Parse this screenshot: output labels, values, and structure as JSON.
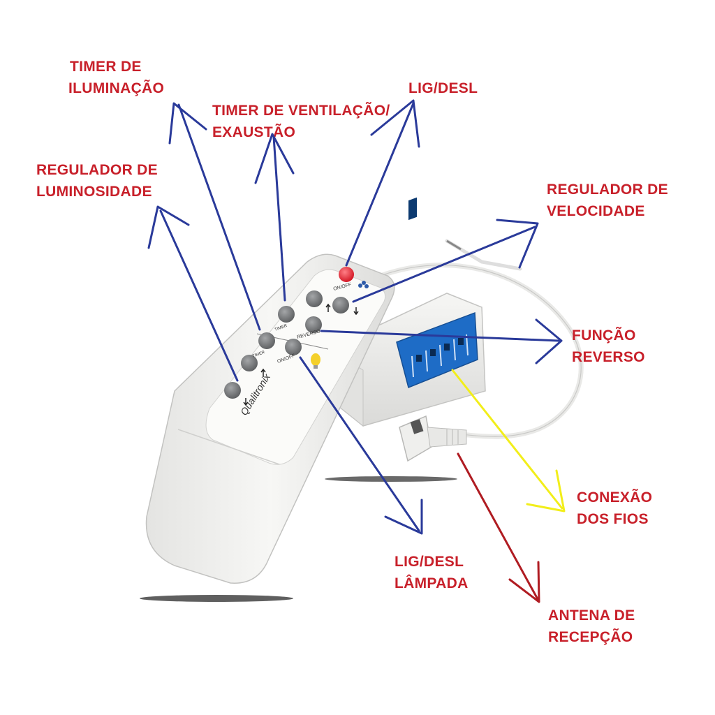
{
  "colors": {
    "label_red": "#c8202a",
    "arrow_blue": "#2a3a9a",
    "arrow_yellow": "#f2ee1a",
    "arrow_red": "#b01c22",
    "device_white": "#f1f1ef",
    "button_gray": "#7a7c7e",
    "power_button_red": "#e8202e",
    "terminal_blue": "#1e6cc6"
  },
  "device": {
    "brand": "Qualitronix",
    "keys": {
      "on_off": "ON/OFF",
      "reverso": "REVERSO",
      "on_off_lamp": "ON/OFF",
      "timer_vent": "TIMER",
      "timer_light": "TIMER"
    }
  },
  "labels": {
    "timer_iluminacao": [
      "TIMER DE",
      "ILUMINAÇÃO"
    ],
    "timer_ventilacao": [
      "TIMER DE VENTILAÇÃO/",
      "EXAUSTÃO"
    ],
    "lig_desl": [
      "LIG/DESL"
    ],
    "regulador_luminosidade": [
      "REGULADOR DE",
      "LUMINOSIDADE"
    ],
    "regulador_velocidade": [
      "REGULADOR DE",
      "VELOCIDADE"
    ],
    "funcao_reverso": [
      "FUNÇÃO",
      "REVERSO"
    ],
    "conexao_fios": [
      "CONEXÃO",
      "DOS FIOS"
    ],
    "lig_desl_lampada": [
      "LIG/DESL",
      "LÂMPADA"
    ],
    "antena_recepcao": [
      "ANTENA DE",
      "RECEPÇÃO"
    ]
  }
}
